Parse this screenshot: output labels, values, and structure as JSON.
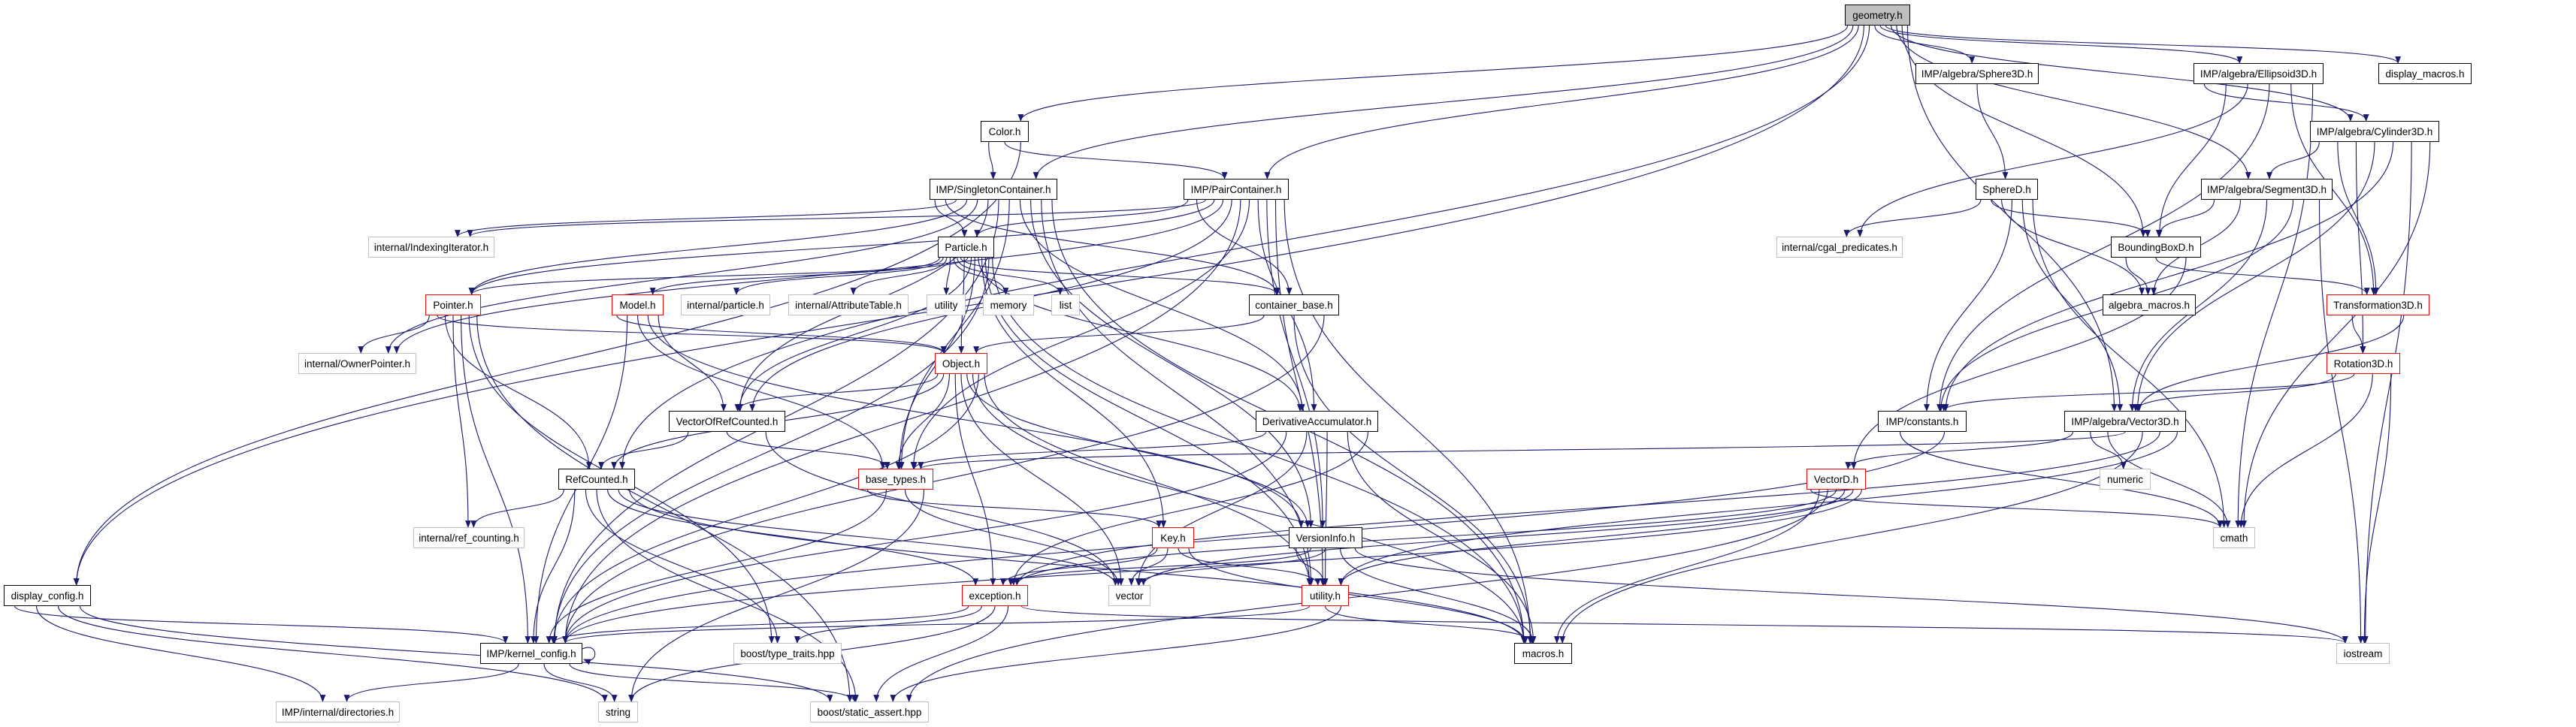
{
  "graph": {
    "title": "geometry.h",
    "colors": {
      "edge": "#191970",
      "red_border": "#ff0000",
      "gray_border": "#bfbfbf",
      "root_fill": "#bfbfbf"
    },
    "nodes": [
      {
        "id": "geometry",
        "label": "geometry.h",
        "style": "root"
      },
      {
        "id": "sphere3d",
        "label": "IMP/algebra/Sphere3D.h",
        "style": "normal"
      },
      {
        "id": "ellipsoid3d",
        "label": "IMP/algebra/Ellipsoid3D.h",
        "style": "normal"
      },
      {
        "id": "display_macros",
        "label": "display_macros.h",
        "style": "normal"
      },
      {
        "id": "color",
        "label": "Color.h",
        "style": "normal"
      },
      {
        "id": "cylinder3d",
        "label": "IMP/algebra/Cylinder3D.h",
        "style": "normal"
      },
      {
        "id": "singleton",
        "label": "IMP/SingletonContainer.h",
        "style": "normal"
      },
      {
        "id": "pair",
        "label": "IMP/PairContainer.h",
        "style": "normal"
      },
      {
        "id": "sphered",
        "label": "SphereD.h",
        "style": "normal"
      },
      {
        "id": "segment3d",
        "label": "IMP/algebra/Segment3D.h",
        "style": "normal"
      },
      {
        "id": "indexing",
        "label": "internal/IndexingIterator.h",
        "style": "gray"
      },
      {
        "id": "particle",
        "label": "Particle.h",
        "style": "normal"
      },
      {
        "id": "cgal",
        "label": "internal/cgal_predicates.h",
        "style": "gray"
      },
      {
        "id": "bbox",
        "label": "BoundingBoxD.h",
        "style": "normal"
      },
      {
        "id": "pointer",
        "label": "Pointer.h",
        "style": "red"
      },
      {
        "id": "model",
        "label": "Model.h",
        "style": "red"
      },
      {
        "id": "iparticle",
        "label": "internal/particle.h",
        "style": "gray"
      },
      {
        "id": "attrtable",
        "label": "internal/AttributeTable.h",
        "style": "gray"
      },
      {
        "id": "utility",
        "label": "utility",
        "style": "gray"
      },
      {
        "id": "memory",
        "label": "memory",
        "style": "gray"
      },
      {
        "id": "list",
        "label": "list",
        "style": "gray"
      },
      {
        "id": "container_base",
        "label": "container_base.h",
        "style": "normal"
      },
      {
        "id": "algebra_macros",
        "label": "algebra_macros.h",
        "style": "normal"
      },
      {
        "id": "transformation3d",
        "label": "Transformation3D.h",
        "style": "red"
      },
      {
        "id": "ownerpointer",
        "label": "internal/OwnerPointer.h",
        "style": "gray"
      },
      {
        "id": "object",
        "label": "Object.h",
        "style": "red"
      },
      {
        "id": "rotation3d",
        "label": "Rotation3D.h",
        "style": "red"
      },
      {
        "id": "vorc",
        "label": "VectorOfRefCounted.h",
        "style": "normal"
      },
      {
        "id": "deriv",
        "label": "DerivativeAccumulator.h",
        "style": "normal"
      },
      {
        "id": "constants",
        "label": "IMP/constants.h",
        "style": "normal"
      },
      {
        "id": "vector3d",
        "label": "IMP/algebra/Vector3D.h",
        "style": "normal"
      },
      {
        "id": "refcounted",
        "label": "RefCounted.h",
        "style": "normal"
      },
      {
        "id": "base_types",
        "label": "base_types.h",
        "style": "red"
      },
      {
        "id": "vectord",
        "label": "VectorD.h",
        "style": "red"
      },
      {
        "id": "numeric",
        "label": "numeric",
        "style": "gray"
      },
      {
        "id": "refcounting",
        "label": "internal/ref_counting.h",
        "style": "gray"
      },
      {
        "id": "key",
        "label": "Key.h",
        "style": "red"
      },
      {
        "id": "versioninfo",
        "label": "VersionInfo.h",
        "style": "normal"
      },
      {
        "id": "cmath",
        "label": "cmath",
        "style": "gray"
      },
      {
        "id": "display_config",
        "label": "display_config.h",
        "style": "normal"
      },
      {
        "id": "exception",
        "label": "exception.h",
        "style": "red"
      },
      {
        "id": "vector",
        "label": "vector",
        "style": "gray"
      },
      {
        "id": "utility_h",
        "label": "utility.h",
        "style": "red"
      },
      {
        "id": "kernel_config",
        "label": "IMP/kernel_config.h",
        "style": "normal"
      },
      {
        "id": "type_traits",
        "label": "boost/type_traits.hpp",
        "style": "gray"
      },
      {
        "id": "macros",
        "label": "macros.h",
        "style": "normal"
      },
      {
        "id": "iostream",
        "label": "iostream",
        "style": "gray"
      },
      {
        "id": "directories",
        "label": "IMP/internal/directories.h",
        "style": "gray"
      },
      {
        "id": "string",
        "label": "string",
        "style": "gray"
      },
      {
        "id": "static_assert",
        "label": "boost/static_assert.hpp",
        "style": "gray"
      }
    ],
    "edges": [
      [
        "geometry",
        "color"
      ],
      [
        "geometry",
        "singleton"
      ],
      [
        "geometry",
        "pair"
      ],
      [
        "geometry",
        "display_config"
      ],
      [
        "geometry",
        "refcounted"
      ],
      [
        "geometry",
        "sphere3d"
      ],
      [
        "geometry",
        "ellipsoid3d"
      ],
      [
        "geometry",
        "display_macros"
      ],
      [
        "geometry",
        "cylinder3d"
      ],
      [
        "geometry",
        "segment3d"
      ],
      [
        "geometry",
        "bbox"
      ],
      [
        "geometry",
        "vector3d"
      ],
      [
        "color",
        "singleton"
      ],
      [
        "color",
        "pair"
      ],
      [
        "color",
        "display_config"
      ],
      [
        "singleton",
        "particle"
      ],
      [
        "singleton",
        "container_base"
      ],
      [
        "singleton",
        "indexing"
      ],
      [
        "singleton",
        "pointer"
      ],
      [
        "singleton",
        "ownerpointer"
      ],
      [
        "singleton",
        "vorc"
      ],
      [
        "singleton",
        "kernel_config"
      ],
      [
        "singleton",
        "base_types"
      ],
      [
        "singleton",
        "deriv"
      ],
      [
        "singleton",
        "versioninfo"
      ],
      [
        "singleton",
        "utility_h"
      ],
      [
        "singleton",
        "macros"
      ],
      [
        "pair",
        "particle"
      ],
      [
        "pair",
        "container_base"
      ],
      [
        "pair",
        "indexing"
      ],
      [
        "pair",
        "pointer"
      ],
      [
        "pair",
        "ownerpointer"
      ],
      [
        "pair",
        "vorc"
      ],
      [
        "pair",
        "kernel_config"
      ],
      [
        "pair",
        "base_types"
      ],
      [
        "pair",
        "deriv"
      ],
      [
        "pair",
        "versioninfo"
      ],
      [
        "pair",
        "utility_h"
      ],
      [
        "pair",
        "macros"
      ],
      [
        "particle",
        "model"
      ],
      [
        "particle",
        "iparticle"
      ],
      [
        "particle",
        "attrtable"
      ],
      [
        "particle",
        "utility"
      ],
      [
        "particle",
        "memory"
      ],
      [
        "particle",
        "list"
      ],
      [
        "particle",
        "container_base"
      ],
      [
        "particle",
        "object"
      ],
      [
        "particle",
        "pointer"
      ],
      [
        "particle",
        "vorc"
      ],
      [
        "particle",
        "base_types"
      ],
      [
        "particle",
        "deriv"
      ],
      [
        "particle",
        "key"
      ],
      [
        "particle",
        "utility_h"
      ],
      [
        "particle",
        "kernel_config"
      ],
      [
        "particle",
        "macros"
      ],
      [
        "model",
        "object"
      ],
      [
        "model",
        "kernel_config"
      ],
      [
        "model",
        "base_types"
      ],
      [
        "model",
        "versioninfo"
      ],
      [
        "model",
        "vorc"
      ],
      [
        "pointer",
        "ownerpointer"
      ],
      [
        "pointer",
        "object"
      ],
      [
        "pointer",
        "refcounted"
      ],
      [
        "pointer",
        "refcounting"
      ],
      [
        "pointer",
        "kernel_config"
      ],
      [
        "pointer",
        "type_traits"
      ],
      [
        "pointer",
        "static_assert"
      ],
      [
        "container_base",
        "object"
      ],
      [
        "container_base",
        "macros"
      ],
      [
        "container_base",
        "kernel_config"
      ],
      [
        "object",
        "vorc"
      ],
      [
        "object",
        "refcounted"
      ],
      [
        "object",
        "base_types"
      ],
      [
        "object",
        "exception"
      ],
      [
        "object",
        "vector"
      ],
      [
        "object",
        "versioninfo"
      ],
      [
        "object",
        "macros"
      ],
      [
        "object",
        "kernel_config"
      ],
      [
        "object",
        "utility_h"
      ],
      [
        "vorc",
        "refcounted"
      ],
      [
        "vorc",
        "base_types"
      ],
      [
        "vorc",
        "vector"
      ],
      [
        "refcounted",
        "refcounting"
      ],
      [
        "refcounted",
        "kernel_config"
      ],
      [
        "refcounted",
        "type_traits"
      ],
      [
        "refcounted",
        "static_assert"
      ],
      [
        "refcounted",
        "exception"
      ],
      [
        "refcounted",
        "vector"
      ],
      [
        "refcounted",
        "macros"
      ],
      [
        "deriv",
        "base_types"
      ],
      [
        "deriv",
        "kernel_config"
      ],
      [
        "deriv",
        "vector"
      ],
      [
        "deriv",
        "utility_h"
      ],
      [
        "deriv",
        "macros"
      ],
      [
        "deriv",
        "exception"
      ],
      [
        "base_types",
        "key"
      ],
      [
        "base_types",
        "kernel_config"
      ],
      [
        "base_types",
        "vector"
      ],
      [
        "base_types",
        "string"
      ],
      [
        "key",
        "exception"
      ],
      [
        "key",
        "vector"
      ],
      [
        "key",
        "utility_h"
      ],
      [
        "key",
        "macros"
      ],
      [
        "versioninfo",
        "utility_h"
      ],
      [
        "versioninfo",
        "exception"
      ],
      [
        "versioninfo",
        "vector"
      ],
      [
        "versioninfo",
        "macros"
      ],
      [
        "versioninfo",
        "iostream"
      ],
      [
        "exception",
        "kernel_config"
      ],
      [
        "exception",
        "type_traits"
      ],
      [
        "exception",
        "string"
      ],
      [
        "exception",
        "static_assert"
      ],
      [
        "exception",
        "iostream"
      ],
      [
        "utility_h",
        "kernel_config"
      ],
      [
        "utility_h",
        "macros"
      ],
      [
        "utility_h",
        "static_assert"
      ],
      [
        "kernel_config",
        "kernel_config"
      ],
      [
        "kernel_config",
        "directories"
      ],
      [
        "kernel_config",
        "string"
      ],
      [
        "kernel_config",
        "static_assert"
      ],
      [
        "display_config",
        "kernel_config"
      ],
      [
        "display_config",
        "directories"
      ],
      [
        "display_config",
        "string"
      ],
      [
        "display_config",
        "static_assert"
      ],
      [
        "sphere3d",
        "sphered"
      ],
      [
        "ellipsoid3d",
        "cylinder3d"
      ],
      [
        "ellipsoid3d",
        "bbox"
      ],
      [
        "ellipsoid3d",
        "cgal"
      ],
      [
        "ellipsoid3d",
        "constants"
      ],
      [
        "ellipsoid3d",
        "transformation3d"
      ],
      [
        "ellipsoid3d",
        "cmath"
      ],
      [
        "cylinder3d",
        "segment3d"
      ],
      [
        "cylinder3d",
        "transformation3d"
      ],
      [
        "cylinder3d",
        "rotation3d"
      ],
      [
        "cylinder3d",
        "vector3d"
      ],
      [
        "cylinder3d",
        "constants"
      ],
      [
        "cylinder3d",
        "iostream"
      ],
      [
        "cylinder3d",
        "cmath"
      ],
      [
        "sphered",
        "cgal"
      ],
      [
        "sphered",
        "bbox"
      ],
      [
        "sphered",
        "algebra_macros"
      ],
      [
        "sphered",
        "constants"
      ],
      [
        "sphered",
        "vector3d"
      ],
      [
        "sphered",
        "cmath"
      ],
      [
        "segment3d",
        "bbox"
      ],
      [
        "segment3d",
        "algebra_macros"
      ],
      [
        "segment3d",
        "vector3d"
      ],
      [
        "segment3d",
        "constants"
      ],
      [
        "segment3d",
        "iostream"
      ],
      [
        "bbox",
        "algebra_macros"
      ],
      [
        "bbox",
        "transformation3d"
      ],
      [
        "bbox",
        "vectord"
      ],
      [
        "transformation3d",
        "rotation3d"
      ],
      [
        "transformation3d",
        "vector3d"
      ],
      [
        "rotation3d",
        "vector3d"
      ],
      [
        "rotation3d",
        "constants"
      ],
      [
        "rotation3d",
        "cmath"
      ],
      [
        "rotation3d",
        "iostream"
      ],
      [
        "constants",
        "cmath"
      ],
      [
        "constants",
        "kernel_config"
      ],
      [
        "vector3d",
        "vectord"
      ],
      [
        "vector3d",
        "numeric"
      ],
      [
        "vector3d",
        "cmath"
      ],
      [
        "vector3d",
        "base_types"
      ],
      [
        "vector3d",
        "macros"
      ],
      [
        "vector3d",
        "exception"
      ],
      [
        "vector3d",
        "utility_h"
      ],
      [
        "vectord",
        "cmath"
      ],
      [
        "vectord",
        "macros"
      ],
      [
        "vectord",
        "static_assert"
      ],
      [
        "vectord",
        "exception"
      ],
      [
        "vectord",
        "utility_h"
      ],
      [
        "vectord",
        "vector"
      ],
      [
        "vectord",
        "kernel_config"
      ]
    ]
  }
}
